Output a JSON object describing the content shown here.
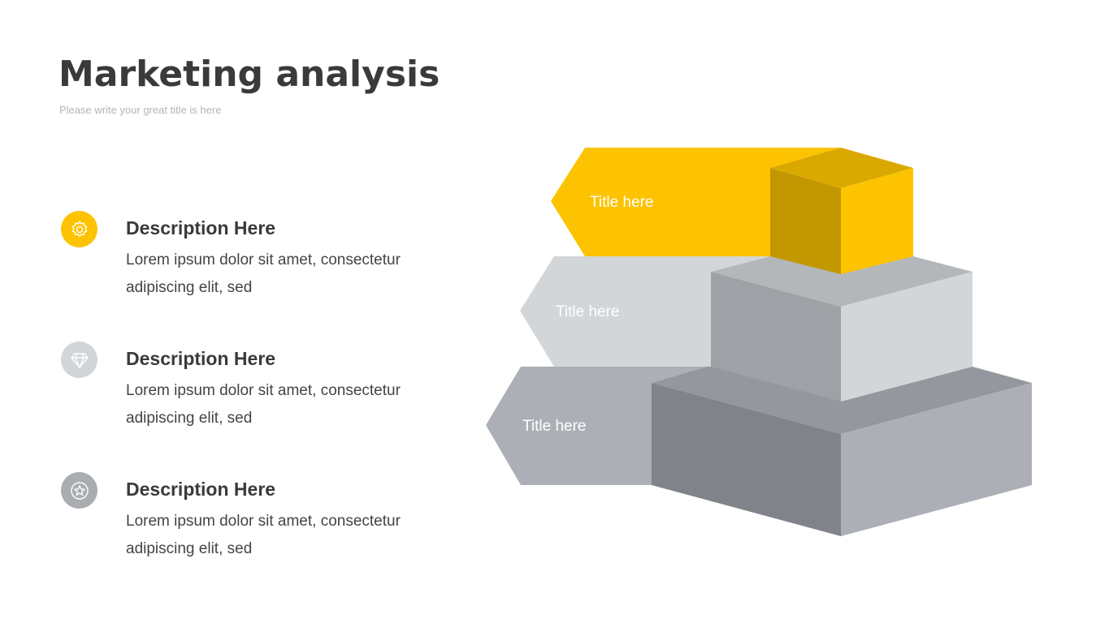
{
  "header": {
    "title": "Marketing analysis",
    "subtitle": "Please write your great title is here"
  },
  "items": [
    {
      "icon": "gear-icon",
      "color": "#FDC300",
      "heading": "Description Here",
      "text": "Lorem ipsum dolor sit amet, consectetur adipiscing elit, sed"
    },
    {
      "icon": "diamond-icon",
      "color": "#D3D6D9",
      "heading": "Description Here",
      "text": "Lorem ipsum dolor sit amet, consectetur adipiscing elit, sed"
    },
    {
      "icon": "star-icon",
      "color": "#A9ACB1",
      "heading": "Description Here",
      "text": "Lorem ipsum dolor sit amet, consectetur adipiscing elit, sed"
    }
  ],
  "diagram": {
    "tiers": [
      {
        "label": "Title here",
        "color": "#FDC300"
      },
      {
        "label": "Title here",
        "color": "#D3D6D9"
      },
      {
        "label": "Title here",
        "color": "#ACAFB5"
      }
    ]
  }
}
